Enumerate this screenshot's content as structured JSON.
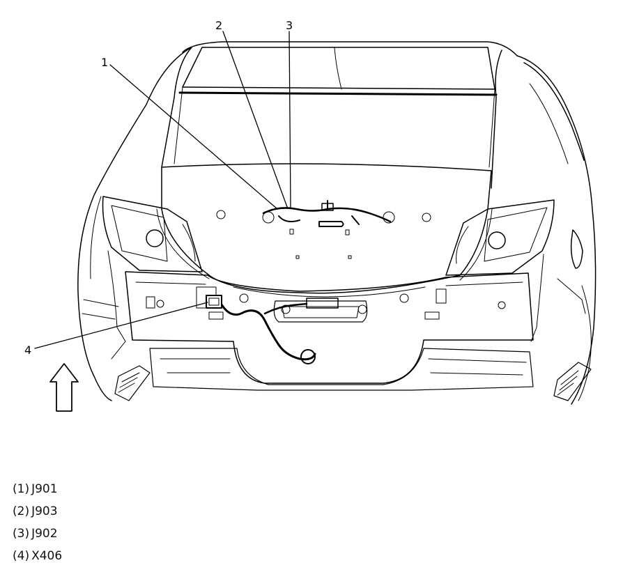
{
  "callouts": [
    {
      "number": "1",
      "code": "J901"
    },
    {
      "number": "2",
      "code": "J903"
    },
    {
      "number": "3",
      "code": "J902"
    },
    {
      "number": "4",
      "code": "X406"
    }
  ],
  "legend": [
    {
      "id": "(1)",
      "label": "J901"
    },
    {
      "id": "(2)",
      "label": "J903"
    },
    {
      "id": "(3)",
      "label": "J902"
    },
    {
      "id": "(4)",
      "label": "X406"
    }
  ],
  "orientation_arrow": {
    "direction": "up",
    "icon": "front-arrow-icon"
  },
  "colors": {
    "line": "#000000",
    "background": "#ffffff"
  }
}
